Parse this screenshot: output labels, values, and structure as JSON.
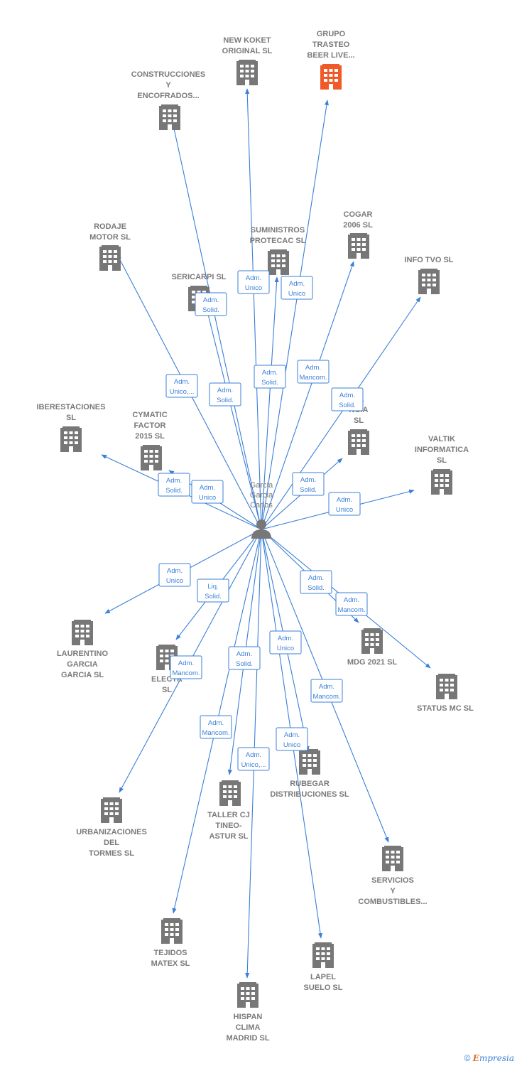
{
  "person": {
    "label": [
      "Garcia",
      "Garcia",
      "Carlos"
    ],
    "icon": "person-icon"
  },
  "colors": {
    "edge": "#3a7fd8",
    "building": "#777777",
    "highlight": "#f05a28"
  },
  "nodes": [
    {
      "id": "new-koket",
      "label": [
        "NEW KOKET",
        "ORIGINAL  SL"
      ],
      "icon": "building-icon"
    },
    {
      "id": "grupo-trasteo",
      "label": [
        "GRUPO",
        "TRASTEO",
        "BEER LIVE..."
      ],
      "icon": "building-icon",
      "highlight": true
    },
    {
      "id": "construcciones",
      "label": [
        "CONSTRUCCIONES",
        "Y",
        "ENCOFRADOS..."
      ],
      "icon": "building-icon"
    },
    {
      "id": "rodaje",
      "label": [
        "RODAJE",
        "MOTOR  SL"
      ],
      "icon": "building-icon"
    },
    {
      "id": "suministros",
      "label": [
        "SUMINISTROS",
        "PROTECAC SL"
      ],
      "icon": "building-icon"
    },
    {
      "id": "cogar",
      "label": [
        "COGAR",
        "2006  SL"
      ],
      "icon": "building-icon"
    },
    {
      "id": "info-tvo",
      "label": [
        "INFO TVO SL"
      ],
      "icon": "building-icon"
    },
    {
      "id": "sericarpi",
      "label": [
        "SERICARPI SL"
      ],
      "icon": "building-icon"
    },
    {
      "id": "iberestaciones",
      "label": [
        "IBERESTACIONES",
        "SL"
      ],
      "icon": "building-icon"
    },
    {
      "id": "cymatic",
      "label": [
        "CYMATIC",
        "FACTOR",
        "2015  SL"
      ],
      "icon": "building-icon"
    },
    {
      "id": "xxal",
      "label": [
        "AL",
        "NCIA",
        "SL"
      ],
      "icon": "building-icon"
    },
    {
      "id": "valtik",
      "label": [
        "VALTIK",
        "INFORMATICA",
        "SL"
      ],
      "icon": "building-icon"
    },
    {
      "id": "laurentino",
      "label": [
        "LAURENTINO",
        "GARCIA",
        "GARCIA  SL"
      ],
      "icon": "building-icon"
    },
    {
      "id": "electro",
      "label": [
        "ELECTR",
        "SL"
      ],
      "icon": "building-icon"
    },
    {
      "id": "mdg",
      "label": [
        "MDG 2021  SL"
      ],
      "icon": "building-icon"
    },
    {
      "id": "status-mc",
      "label": [
        "STATUS MC  SL"
      ],
      "icon": "building-icon"
    },
    {
      "id": "urbanizaciones",
      "label": [
        "URBANIZACIONES",
        "DEL",
        "TORMES SL"
      ],
      "icon": "building-icon"
    },
    {
      "id": "taller",
      "label": [
        "TALLER CJ",
        "TINEO-",
        "ASTUR  SL"
      ],
      "icon": "building-icon"
    },
    {
      "id": "rubegar",
      "label": [
        "RUBEGAR",
        "DISTRIBUCIONES SL"
      ],
      "icon": "building-icon"
    },
    {
      "id": "servicios",
      "label": [
        "SERVICIOS",
        "Y",
        "COMBUSTIBLES..."
      ],
      "icon": "building-icon"
    },
    {
      "id": "tejidos",
      "label": [
        "TEJIDOS",
        "MATEX  SL"
      ],
      "icon": "building-icon"
    },
    {
      "id": "lapel",
      "label": [
        "LAPEL",
        "SUELO SL"
      ],
      "icon": "building-icon"
    },
    {
      "id": "hispan",
      "label": [
        "HISPAN",
        "CLIMA",
        "MADRID  SL"
      ],
      "icon": "building-icon"
    }
  ],
  "roles": [
    {
      "to": "new-koket",
      "text": [
        "Adm.",
        "Unico"
      ]
    },
    {
      "to": "grupo-trasteo",
      "text": [
        "Adm.",
        "Unico"
      ]
    },
    {
      "to": "sericarpi",
      "text": [
        "Adm.",
        "Solid."
      ]
    },
    {
      "to": "rodaje",
      "text": [
        "Adm.",
        "Unico,..."
      ]
    },
    {
      "to": "construcciones",
      "text": [
        "Adm.",
        "Solid."
      ]
    },
    {
      "to": "suministros",
      "text": [
        "Adm.",
        "Solid."
      ]
    },
    {
      "to": "cogar",
      "text": [
        "Adm.",
        "Mancom."
      ]
    },
    {
      "to": "info-tvo",
      "text": [
        "Adm.",
        "Solid."
      ]
    },
    {
      "to": "iberestaciones",
      "text": [
        "Adm.",
        "Solid."
      ]
    },
    {
      "to": "cymatic",
      "text": [
        "Adm.",
        "Unico"
      ]
    },
    {
      "to": "xxal",
      "text": [
        "Adm.",
        "Solid."
      ]
    },
    {
      "to": "valtik",
      "text": [
        "Adm.",
        "Unico"
      ]
    },
    {
      "to": "laurentino",
      "text": [
        "Adm.",
        "Unico"
      ]
    },
    {
      "to": "electro",
      "text": [
        "Liq.",
        "Solid."
      ]
    },
    {
      "to": "urbanizaciones",
      "text": [
        "Adm.",
        "Mancom."
      ]
    },
    {
      "to": "mdg",
      "text": [
        "Adm.",
        "Solid."
      ]
    },
    {
      "to": "status-mc",
      "text": [
        "Adm.",
        "Mancom."
      ]
    },
    {
      "to": "taller",
      "text": [
        "Adm.",
        "Solid."
      ]
    },
    {
      "to": "rubegar",
      "text": [
        "Adm.",
        "Unico"
      ]
    },
    {
      "to": "servicios",
      "text": [
        "Adm.",
        "Mancom."
      ]
    },
    {
      "to": "tejidos",
      "text": [
        "Adm.",
        "Mancom."
      ]
    },
    {
      "to": "lapel",
      "text": [
        "Adm.",
        "Unico"
      ]
    },
    {
      "to": "hispan",
      "text": [
        "Adm.",
        "Unico,..."
      ]
    }
  ],
  "footer": {
    "copyright": "©",
    "brand_first": "E",
    "brand_rest": "mpresia"
  }
}
